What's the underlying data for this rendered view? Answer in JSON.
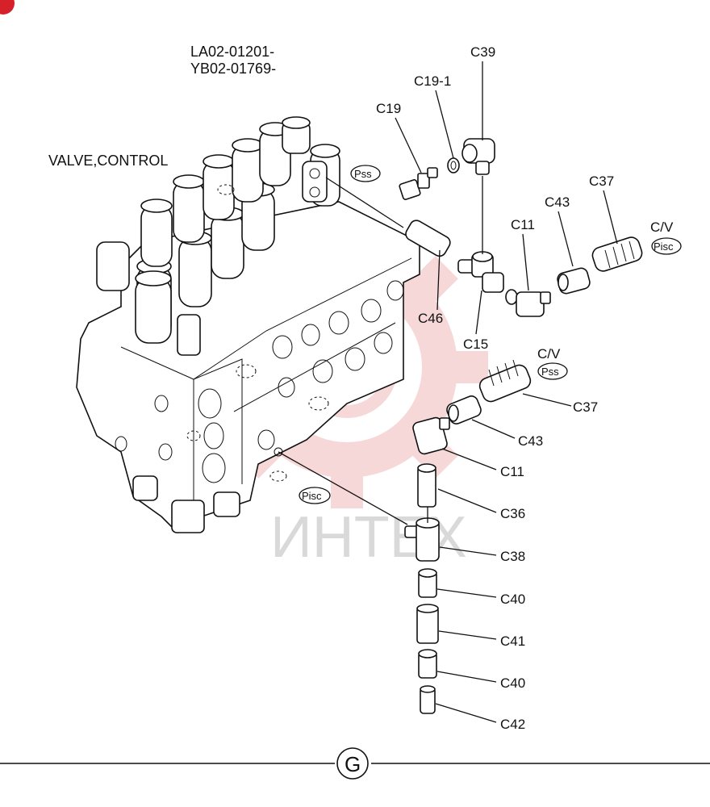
{
  "serial_numbers": [
    "LA02-01201-",
    "YB02-01769-"
  ],
  "title": "VALVE,CONTROL",
  "watermark": "ИНТЕХ",
  "section_letter": "G",
  "labels": {
    "c39": "C39",
    "c19_1": "C19-1",
    "c19": "C19",
    "c11_a": "C11",
    "c43_a": "C43",
    "c37_a": "C37",
    "cv_a": "C/V",
    "c46": "C46",
    "c15": "C15",
    "cv_b": "C/V",
    "c37_b": "C37",
    "c43_b": "C43",
    "c11_b": "C11",
    "c36": "C36",
    "c38": "C38",
    "c40_a": "C40",
    "c41": "C41",
    "c40_b": "C40",
    "c42": "C42"
  },
  "ports": {
    "pss_a": "Pss",
    "pisc_a": "Pisc",
    "pss_b": "Pss",
    "pisc_b": "Pisc"
  },
  "colors": {
    "line": "#111111",
    "watermark_red": "#f2b9b9",
    "corner_badge": "#d6202a"
  }
}
